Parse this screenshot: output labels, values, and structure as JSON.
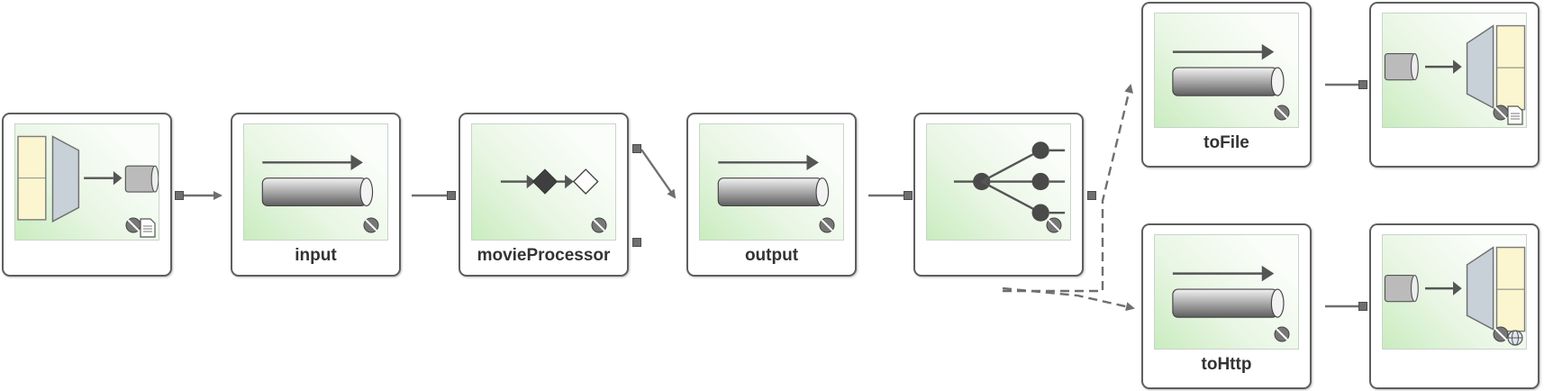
{
  "diagram": {
    "nodes": [
      {
        "id": "inbound-adapter",
        "label": "",
        "kind": "file-inbound-adapter"
      },
      {
        "id": "input",
        "label": "input",
        "kind": "channel"
      },
      {
        "id": "movieProcessor",
        "label": "movieProcessor",
        "kind": "router"
      },
      {
        "id": "output",
        "label": "output",
        "kind": "channel"
      },
      {
        "id": "splitter",
        "label": "",
        "kind": "recipient-list"
      },
      {
        "id": "toFile",
        "label": "toFile",
        "kind": "channel"
      },
      {
        "id": "toHttp",
        "label": "toHttp",
        "kind": "channel"
      },
      {
        "id": "file-outbound",
        "label": "",
        "kind": "file-outbound-adapter"
      },
      {
        "id": "http-outbound",
        "label": "",
        "kind": "http-outbound-adapter"
      }
    ],
    "edges": [
      {
        "from": "inbound-adapter",
        "to": "input",
        "style": "solid"
      },
      {
        "from": "input",
        "to": "movieProcessor",
        "style": "solid"
      },
      {
        "from": "movieProcessor",
        "to": "output",
        "style": "solid"
      },
      {
        "from": "output",
        "to": "splitter",
        "style": "solid"
      },
      {
        "from": "splitter",
        "to": "toFile",
        "style": "dashed"
      },
      {
        "from": "splitter",
        "to": "toHttp",
        "style": "dashed"
      },
      {
        "from": "toFile",
        "to": "file-outbound",
        "style": "solid"
      },
      {
        "from": "toHttp",
        "to": "http-outbound",
        "style": "solid"
      }
    ],
    "icons": {
      "channel": "channel-pipe-icon",
      "router": "router-diamond-icon",
      "recipient": "recipient-list-icon",
      "adapter": "adapter-funnel-icon",
      "badge": "bean-badge-icon",
      "doc": "document-icon",
      "web": "globe-icon"
    },
    "colors": {
      "border": "#5e5e5e",
      "panel": "#e9f6e4",
      "connector": "#6f6f6f",
      "adapter_doc": "#fbf6cf"
    }
  }
}
